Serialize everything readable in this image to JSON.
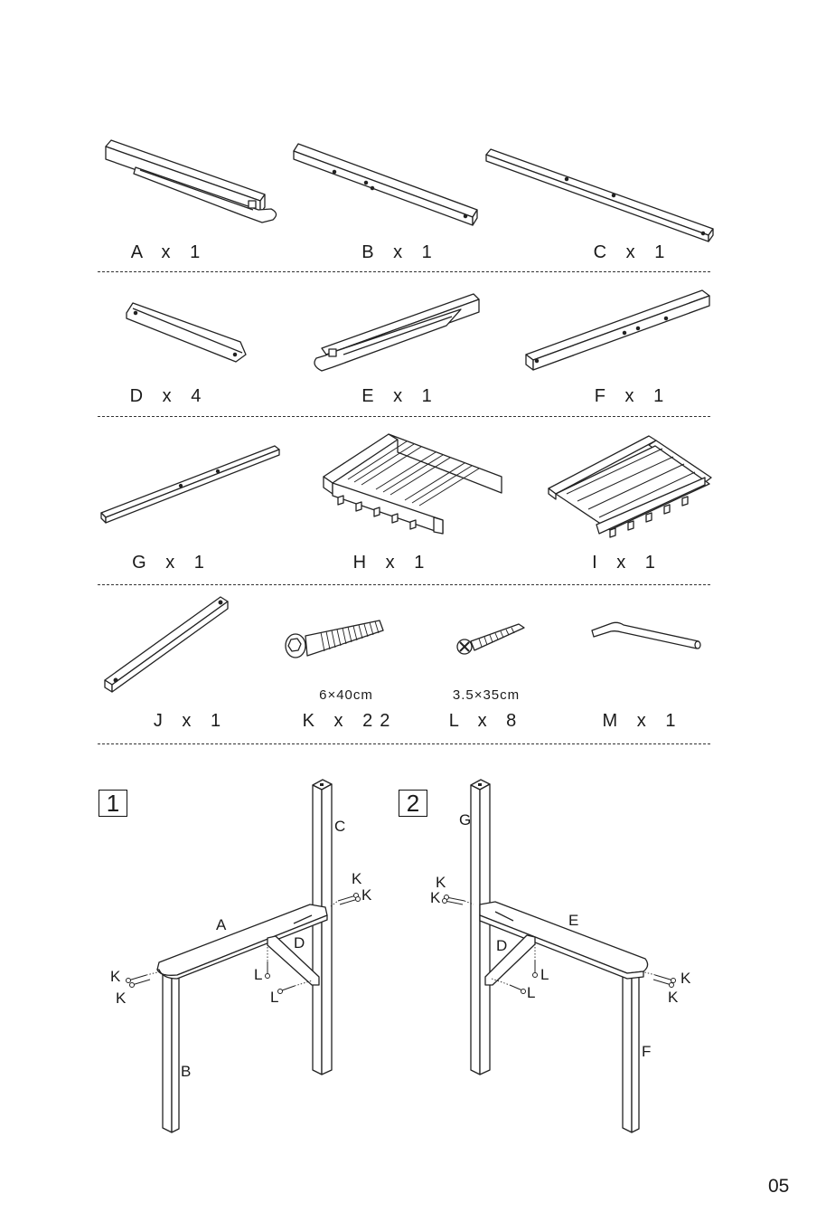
{
  "parts": [
    {
      "id": "A",
      "label": "A x 1"
    },
    {
      "id": "B",
      "label": "B x 1"
    },
    {
      "id": "C",
      "label": "C x 1"
    },
    {
      "id": "D",
      "label": "D x 4"
    },
    {
      "id": "E",
      "label": "E x 1"
    },
    {
      "id": "F",
      "label": "F x 1"
    },
    {
      "id": "G",
      "label": "G x 1"
    },
    {
      "id": "H",
      "label": "H x 1"
    },
    {
      "id": "I",
      "label": "I x 1"
    },
    {
      "id": "J",
      "label": "J x 1"
    },
    {
      "id": "K",
      "label": "K x 22",
      "size": "6×40cm"
    },
    {
      "id": "L",
      "label": "L x 8",
      "size": "3.5×35cm"
    },
    {
      "id": "M",
      "label": "M x 1"
    }
  ],
  "steps": [
    {
      "number": "1",
      "labels": {
        "A": "A",
        "B": "B",
        "C": "C",
        "D": "D",
        "K": "K",
        "L": "L"
      }
    },
    {
      "number": "2",
      "labels": {
        "D": "D",
        "E": "E",
        "F": "F",
        "G": "G",
        "K": "K",
        "L": "L"
      }
    }
  ],
  "page_number": "05"
}
